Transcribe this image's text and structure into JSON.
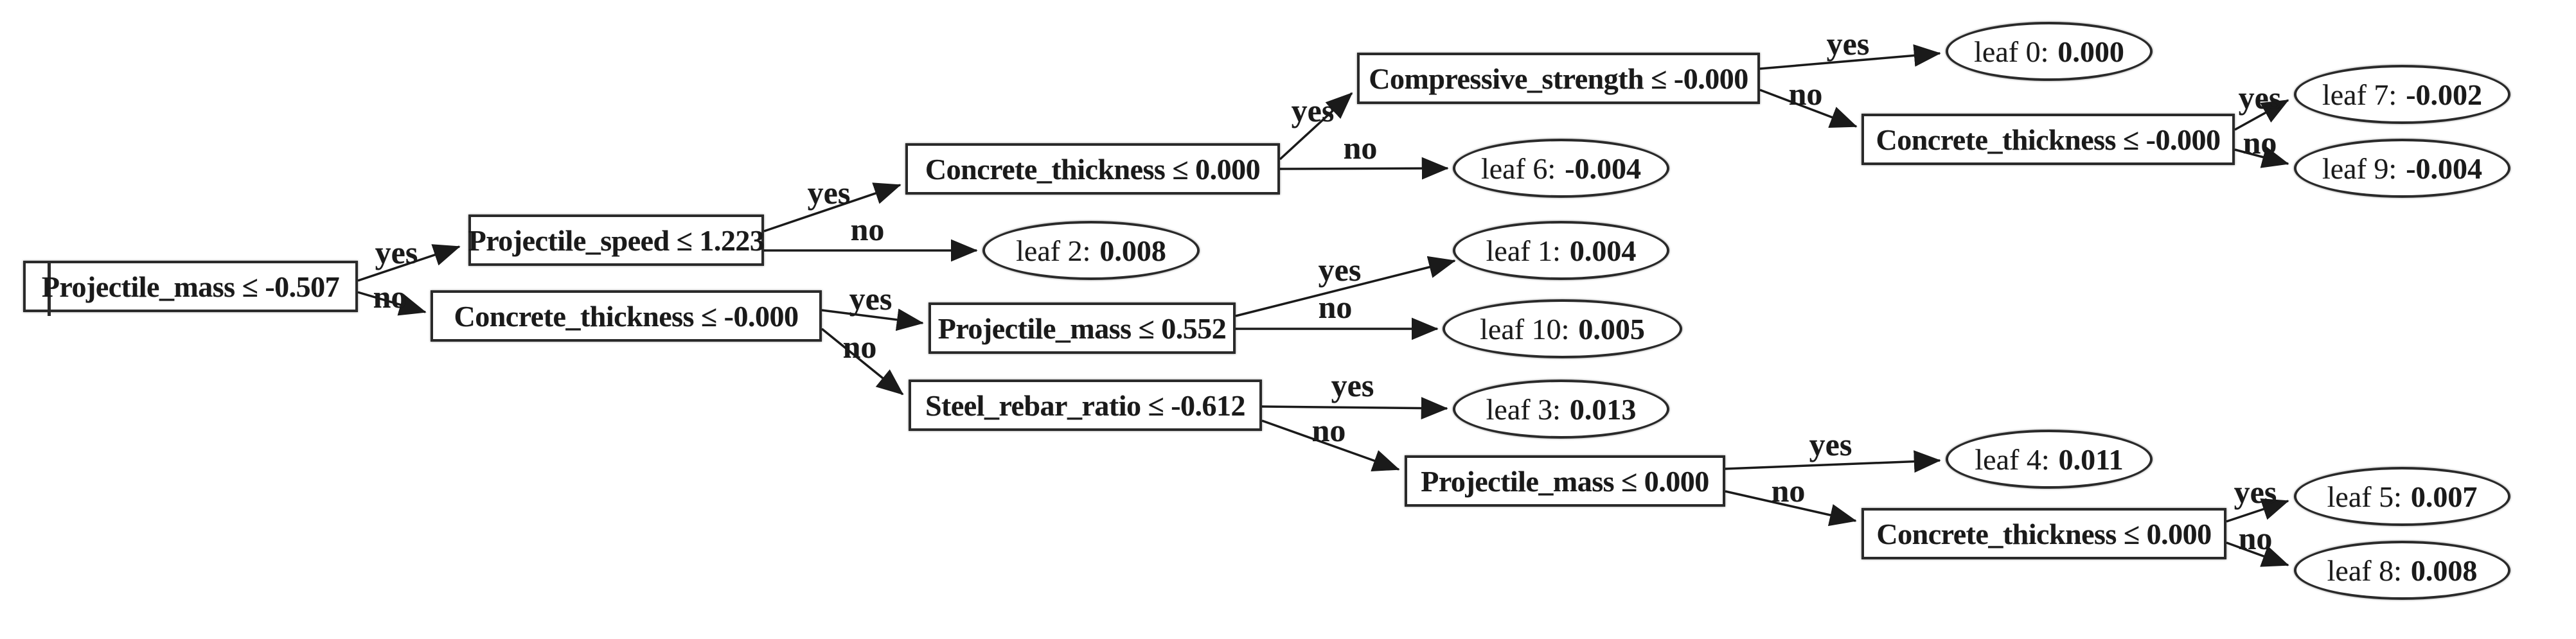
{
  "figure": {
    "background": "#ffffff",
    "ink": "#1a1a1a"
  },
  "diagram": {
    "type": "decision-tree",
    "nodes": {
      "root": {
        "label": "Projectile_mass ≤ -0.507"
      },
      "speed": {
        "label": "Projectile_speed ≤ 1.223"
      },
      "concrete_top": {
        "label": "Concrete_thickness ≤ 0.000"
      },
      "compressive": {
        "label": "Compressive_strength ≤ -0.000"
      },
      "concrete_right": {
        "label": "Concrete_thickness ≤ -0.000"
      },
      "concrete_mid": {
        "label": "Concrete_thickness ≤ -0.000"
      },
      "pm552": {
        "label": "Projectile_mass ≤ 0.552"
      },
      "steel": {
        "label": "Steel_rebar_ratio ≤ -0.612"
      },
      "pm000": {
        "label": "Projectile_mass ≤ 0.000"
      },
      "concrete_bottom": {
        "label": "Concrete_thickness ≤ 0.000"
      },
      "leaf0": {
        "name": "leaf 0:",
        "value": "0.000"
      },
      "leaf1": {
        "name": "leaf 1:",
        "value": "0.004"
      },
      "leaf2": {
        "name": "leaf 2:",
        "value": "0.008"
      },
      "leaf3": {
        "name": "leaf 3:",
        "value": "0.013"
      },
      "leaf4": {
        "name": "leaf 4:",
        "value": "0.011"
      },
      "leaf5": {
        "name": "leaf 5:",
        "value": "0.007"
      },
      "leaf6": {
        "name": "leaf 6:",
        "value": "-0.004"
      },
      "leaf7": {
        "name": "leaf 7:",
        "value": "-0.002"
      },
      "leaf8": {
        "name": "leaf 8:",
        "value": "0.008"
      },
      "leaf9": {
        "name": "leaf 9:",
        "value": "-0.004"
      },
      "leaf10": {
        "name": "leaf 10:",
        "value": "0.005"
      }
    },
    "edges": [
      {
        "from": "root",
        "to": "speed",
        "label": "yes"
      },
      {
        "from": "root",
        "to": "concrete_mid",
        "label": "no"
      },
      {
        "from": "speed",
        "to": "concrete_top",
        "label": "yes"
      },
      {
        "from": "speed",
        "to": "leaf2",
        "label": "no"
      },
      {
        "from": "concrete_top",
        "to": "compressive",
        "label": "yes"
      },
      {
        "from": "concrete_top",
        "to": "leaf6",
        "label": "no"
      },
      {
        "from": "compressive",
        "to": "leaf0",
        "label": "yes"
      },
      {
        "from": "compressive",
        "to": "concrete_right",
        "label": "no"
      },
      {
        "from": "concrete_right",
        "to": "leaf7",
        "label": "yes"
      },
      {
        "from": "concrete_right",
        "to": "leaf9",
        "label": "no"
      },
      {
        "from": "concrete_mid",
        "to": "pm552",
        "label": "yes"
      },
      {
        "from": "concrete_mid",
        "to": "steel",
        "label": "no"
      },
      {
        "from": "pm552",
        "to": "leaf1",
        "label": "yes"
      },
      {
        "from": "pm552",
        "to": "leaf10",
        "label": "no"
      },
      {
        "from": "steel",
        "to": "leaf3",
        "label": "yes"
      },
      {
        "from": "steel",
        "to": "pm000",
        "label": "no"
      },
      {
        "from": "pm000",
        "to": "leaf4",
        "label": "yes"
      },
      {
        "from": "pm000",
        "to": "concrete_bottom",
        "label": "no"
      },
      {
        "from": "concrete_bottom",
        "to": "leaf5",
        "label": "yes"
      },
      {
        "from": "concrete_bottom",
        "to": "leaf8",
        "label": "no"
      }
    ]
  }
}
